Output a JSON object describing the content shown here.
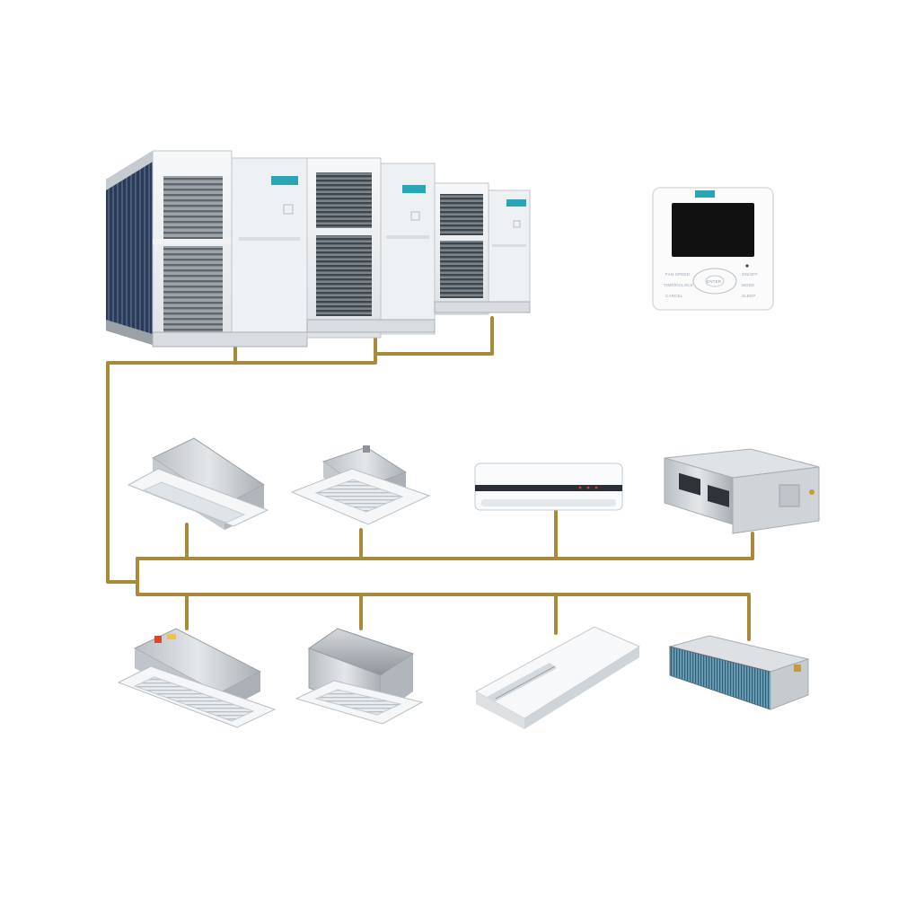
{
  "diagram": {
    "type": "vrf-system-layout",
    "pipe_color": "#a88a3a",
    "outdoor_units": {
      "modules": 3,
      "brand_badge_color": "#2aa5b5",
      "panel_color": "#e9edf0",
      "grille_color": "#8d949b"
    },
    "controller": {
      "screen_color": "#111111",
      "labels": [
        "FAN SPEED",
        "ON/OFF",
        "TIMER/CLOCK",
        "MODE",
        "CANCEL",
        "SLEEP",
        "ENTER"
      ]
    },
    "indoor_units_row1": [
      "ceiling-cassette-one-way-icon",
      "ceiling-cassette-four-way-icon",
      "wall-mounted-split-icon",
      "high-static-duct-icon"
    ],
    "indoor_units_row2": [
      "ceiling-cassette-one-way-icon",
      "ceiling-cassette-four-way-icon",
      "ceiling-floor-console-icon",
      "slim-duct-icon"
    ]
  }
}
